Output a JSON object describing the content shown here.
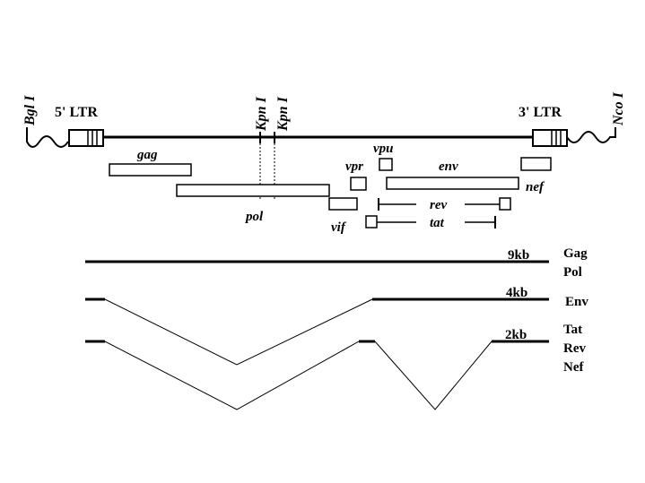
{
  "genome": {
    "restriction_sites": {
      "left": "Bgl I",
      "kpn_a": "Kpn I",
      "kpn_b": "Kpn I",
      "right": "Nco I"
    },
    "ltr_5": "5' LTR",
    "ltr_3": "3' LTR",
    "genes": {
      "gag": "gag",
      "pol": "pol",
      "vif": "vif",
      "vpr": "vpr",
      "vpu": "vpu",
      "env": "env",
      "nef": "nef",
      "rev": "rev",
      "tat": "tat"
    }
  },
  "transcripts": {
    "t9": {
      "size": "9kb",
      "products": [
        "Gag",
        "Pol"
      ]
    },
    "t4": {
      "size": "4kb",
      "products": [
        "Env"
      ]
    },
    "t2": {
      "size": "2kb",
      "products": [
        "Tat",
        "Rev",
        "Nef"
      ]
    }
  }
}
